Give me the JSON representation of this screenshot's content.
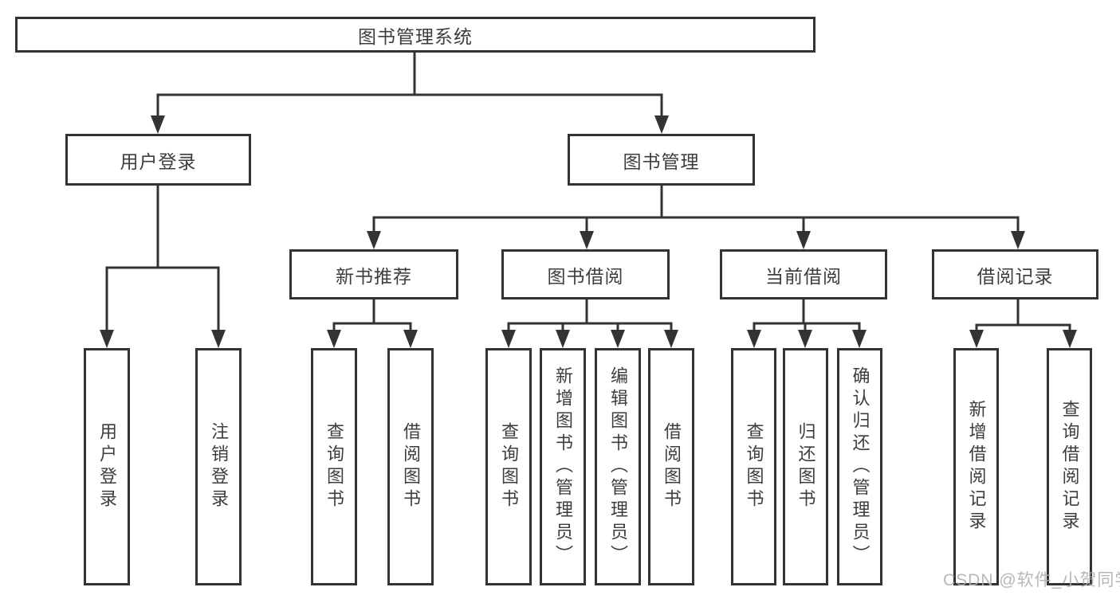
{
  "diagram": {
    "root": {
      "label": "图书管理系统"
    },
    "level2": [
      {
        "label": "用户登录"
      },
      {
        "label": "图书管理"
      }
    ],
    "level3": [
      {
        "label": "新书推荐",
        "parent": "图书管理"
      },
      {
        "label": "图书借阅",
        "parent": "图书管理"
      },
      {
        "label": "当前借阅",
        "parent": "图书管理"
      },
      {
        "label": "借阅记录",
        "parent": "图书管理"
      }
    ],
    "leaves": [
      {
        "label": "用户登录",
        "parent": "用户登录"
      },
      {
        "label": "注销登录",
        "parent": "用户登录"
      },
      {
        "label": "查询图书",
        "parent": "新书推荐"
      },
      {
        "label": "借阅图书",
        "parent": "新书推荐"
      },
      {
        "label": "查询图书",
        "parent": "图书借阅"
      },
      {
        "label": "新增图书（管理员）",
        "parent": "图书借阅"
      },
      {
        "label": "编辑图书（管理员）",
        "parent": "图书借阅"
      },
      {
        "label": "借阅图书",
        "parent": "图书借阅"
      },
      {
        "label": "查询图书",
        "parent": "当前借阅"
      },
      {
        "label": "归还图书",
        "parent": "当前借阅"
      },
      {
        "label": "确认归还（管理员）",
        "parent": "当前借阅"
      },
      {
        "label": "新增借阅记录",
        "parent": "借阅记录"
      },
      {
        "label": "查询借阅记录",
        "parent": "借阅记录"
      }
    ],
    "watermark": "CSDN @软件_小贺同学",
    "colors": {
      "line": "#333333",
      "text": "#3d3d3d",
      "background": "#ffffff",
      "watermark": "#afafaf"
    }
  }
}
